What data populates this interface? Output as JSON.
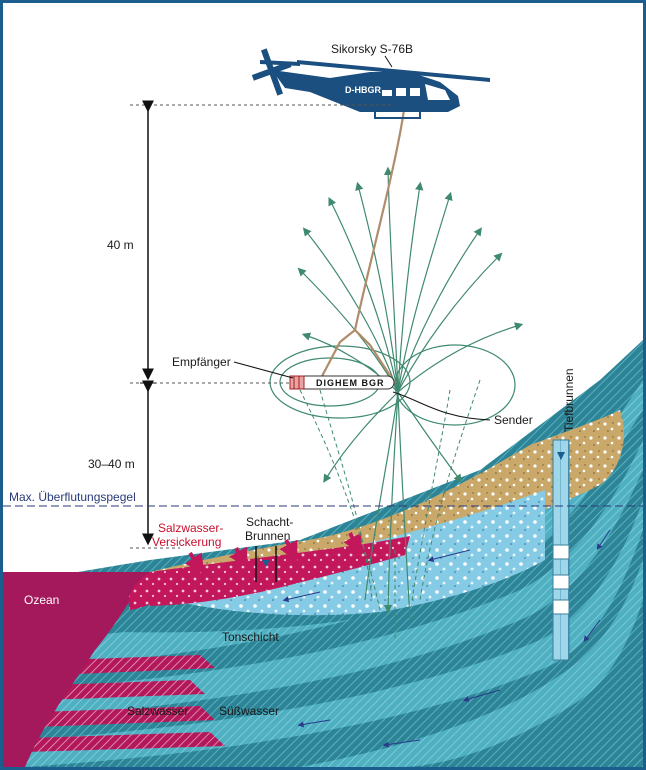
{
  "labels": {
    "helicopter": "Sikorsky S-76B",
    "registration": "D-HBGR",
    "dist_upper": "40 m",
    "dist_lower": "30–40 m",
    "receiver": "Empfänger",
    "transmitter": "Sender",
    "bird_text": "DIGHEM BGR",
    "flood_level": "Max. Überflutungspegel",
    "saltwater_seep_1": "Salzwasser-",
    "saltwater_seep_2": "Versickerung",
    "shaft_well_1": "Schacht-",
    "shaft_well_2": "Brunnen",
    "deep_well": "Tiefbrunnen",
    "ocean": "Ozean",
    "clay_layer": "Tonschicht",
    "saltwater": "Salzwasser",
    "freshwater": "Süßwasser"
  },
  "colors": {
    "frame": "#1b5e8e",
    "helicopter": "#1b4f80",
    "ocean": "#a3195b",
    "saltwater": "#c2185b",
    "sand": "#c9a86a",
    "aquifer_fresh": "#7ec8e3",
    "layer_dark": "#2e8a9e",
    "layer_light": "#5cb8c9",
    "field_lines": "#3f8a6e",
    "cable": "#b08c6a"
  }
}
